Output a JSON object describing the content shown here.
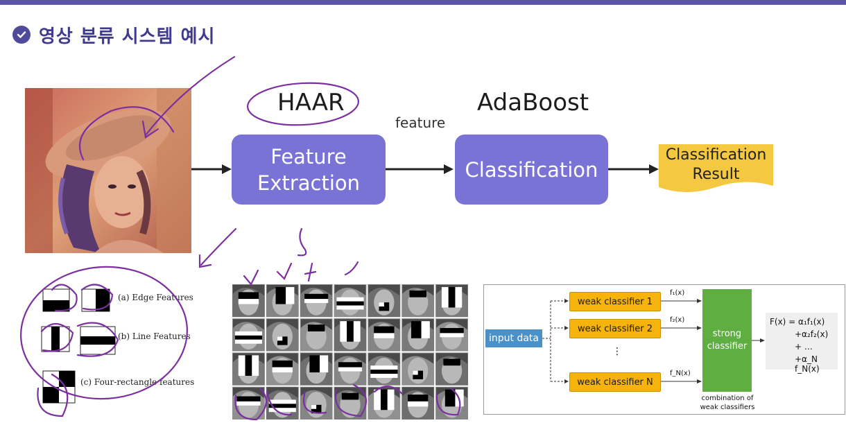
{
  "header": {
    "title": "영상 분류 시스템 예시"
  },
  "pipeline": {
    "haar_label": "HAAR",
    "adaboost_label": "AdaBoost",
    "feature_label": "feature",
    "feature_extraction": "Feature\nExtraction",
    "classification": "Classification",
    "result": "Classification\nResult"
  },
  "haar_features": {
    "edge": "(a) Edge Features",
    "line": "(b) Line Features",
    "four": "(c) Four-rectangle features"
  },
  "classifier_diagram": {
    "input": "input data",
    "weak1": "weak classifier 1",
    "weak2": "weak classifier 2",
    "weakN": "weak classifier N",
    "dots": "⋮",
    "f1": "f₁(x)",
    "f2": "f₂(x)",
    "fN": "f_N(x)",
    "strong": "strong\nclassifier",
    "combination": "combination of\nweak classifiers",
    "formula": [
      "F(x) = α₁f₁(x)",
      "+α₂f₂(x)",
      "+ …",
      "+α_N f_N(x)"
    ]
  },
  "colors": {
    "accent": "#5b55a8",
    "box": "#7a73d6",
    "result": "#f5c842",
    "weak": "#f5b30c",
    "strong": "#5fae42",
    "input": "#4a90c9",
    "annotation": "#7b2fa0"
  }
}
